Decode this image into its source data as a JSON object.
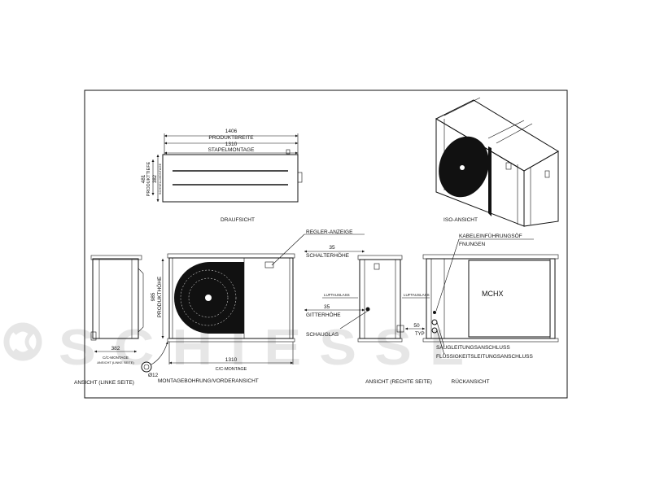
{
  "watermark": {
    "text": "SCHIESSL",
    "color": "#e4e4e4"
  },
  "top_view": {
    "label": "DRAUFSICHT",
    "dim_total_width": "1406",
    "dim_total_width_label": "PRODUKTBREITE",
    "dim_stack_width": "1310",
    "dim_stack_width_label": "STAPELMONTAGE",
    "dim_depth": "481",
    "dim_depth_label": "PRODUKTTIEFE",
    "dim_inner_depth": "382",
    "dim_inner_depth_label": "SCHNELLMONTAGE"
  },
  "iso_view": {
    "label": "ISO-ANSICHT"
  },
  "left_view": {
    "label": "ANSICHT (LINKE SEITE)",
    "dim_width": "382",
    "dim_width_label": "C/C-MONTAGE",
    "dim_width_sublabel": "ANSICHT (LINKE SEITE)"
  },
  "front_view": {
    "label": "MONTAGEBOHRUNG/VORDERANSICHT",
    "hole_label": "Ø12",
    "dim_height": "985",
    "dim_height_label": "PRODUKTHÖHE",
    "dim_width": "1310",
    "dim_width_label": "C/C-MONTAGE",
    "callout_controller": "REGLER-ANZEIGE",
    "dim_switch_height": "35",
    "dim_switch_height_label": "SCHALTERHÖHE",
    "dim_grille_height": "35",
    "dim_grille_height_label": "GITTERHÖHE",
    "callout_sightglass": "SCHAUGLAS",
    "lifting_label_left": "LUFTAUSLASS",
    "lifting_label_right": "LUFTAUSLASS"
  },
  "right_view": {
    "label": "ANSICHT (RECHTE SEITE)",
    "dim_typ": "50",
    "dim_typ_label": "TYP"
  },
  "rear_view": {
    "label": "RÜCKANSICHT",
    "coil_label": "MCHX",
    "callout_cable_line1": "KABELEINFÜHRUNGSÖF",
    "callout_cable_line2": "FNUNGEN",
    "callout_suction": "SAUGLEITUNGSANSCHLUSS",
    "callout_liquid": "FLÜSSIGKEITSLEITUNGSANSCHLUSS"
  }
}
